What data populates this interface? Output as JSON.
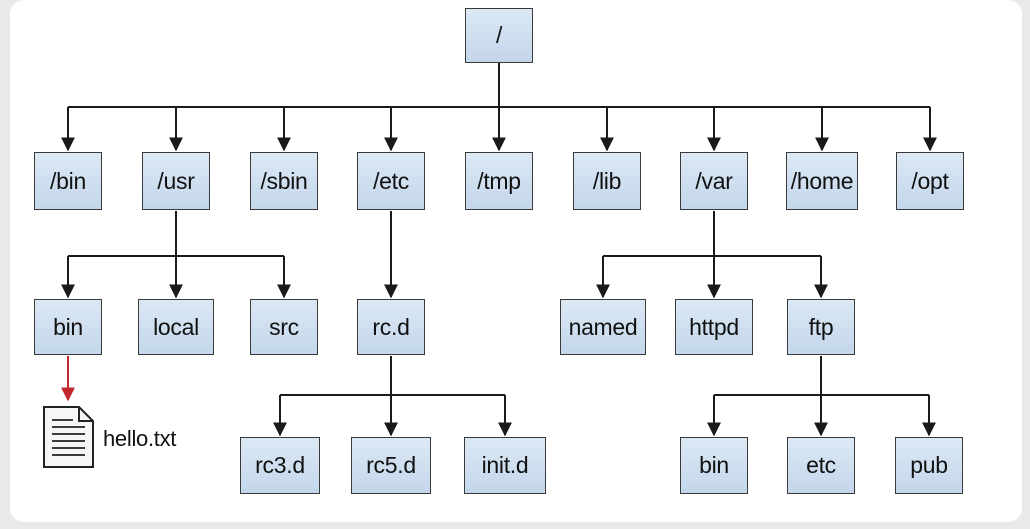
{
  "diagram": {
    "root": "/",
    "top_level": [
      "/bin",
      "/usr",
      "/sbin",
      "/etc",
      "/tmp",
      "/lib",
      "/var",
      "/home",
      "/opt"
    ],
    "usr_children": [
      "bin",
      "local",
      "src"
    ],
    "etc_children": [
      "rc.d"
    ],
    "rcd_children": [
      "rc3.d",
      "rc5.d",
      "init.d"
    ],
    "var_children": [
      "named",
      "httpd",
      "ftp"
    ],
    "ftp_children": [
      "bin",
      "etc",
      "pub"
    ],
    "file": "hello.txt",
    "colors": {
      "node_fill": "#c8daec",
      "line": "#1a1a1a",
      "highlight_arrow": "#c0282d"
    }
  }
}
